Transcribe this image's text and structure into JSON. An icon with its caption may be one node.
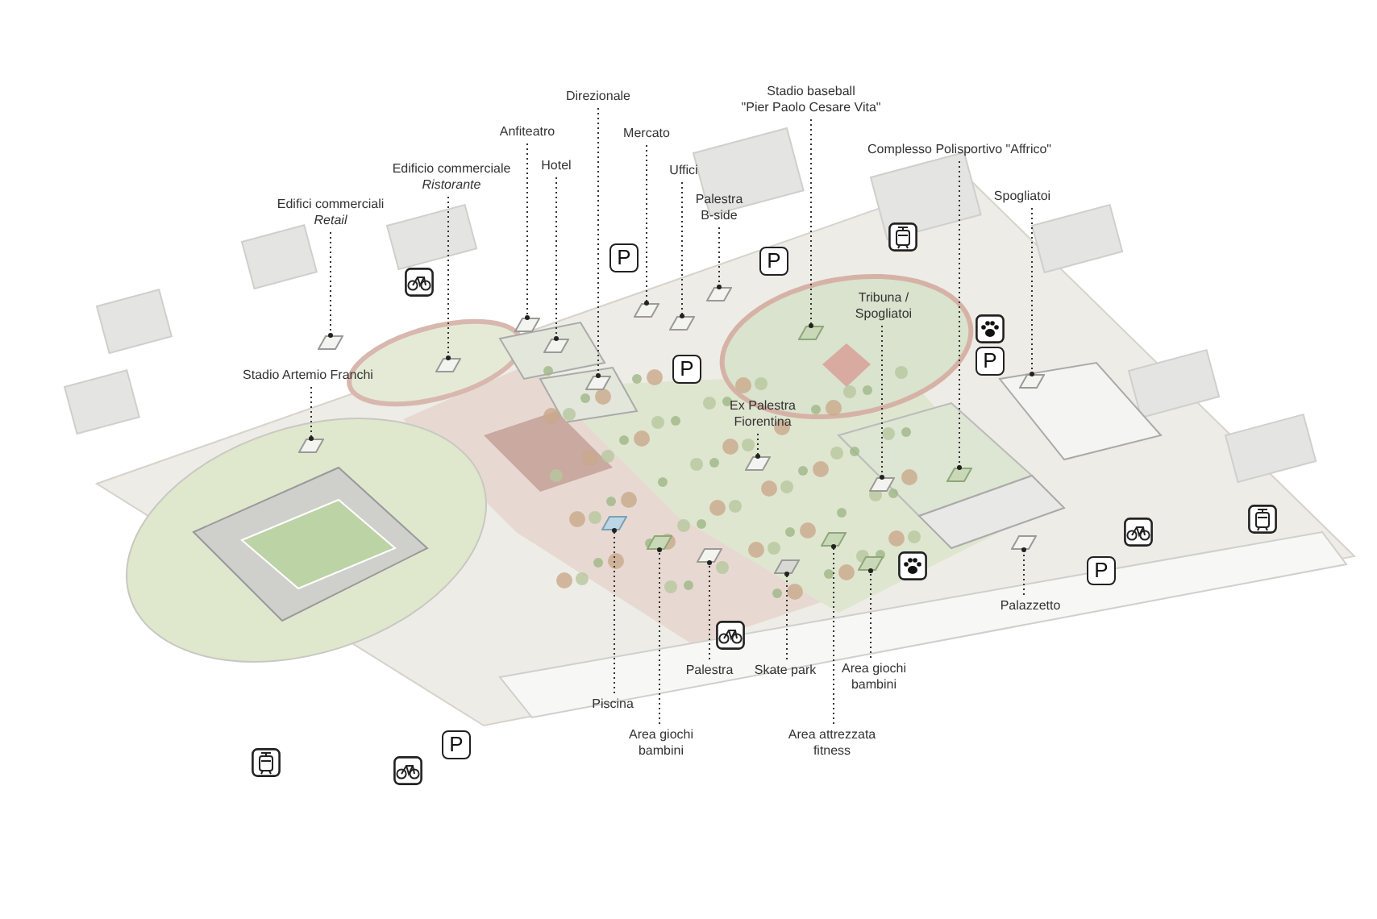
{
  "diagram": {
    "nodes": [
      {
        "text": [
          "Stadio baseball",
          "\"Pier Paolo Cesare Vita\""
        ]
      },
      {
        "text": [
          "Direzionale"
        ]
      },
      {
        "text": [
          "Anfiteatro"
        ]
      },
      {
        "text": [
          "Mercato"
        ]
      },
      {
        "text": [
          "Complesso Polisportivo \"Affrico\""
        ]
      },
      {
        "text": [
          "Hotel"
        ]
      },
      {
        "text": [
          "Edificio commerciale",
          "Ristorante"
        ]
      },
      {
        "text": [
          "Uffici"
        ]
      },
      {
        "text": [
          "Spogliatoi"
        ]
      },
      {
        "text": [
          "Palestra B-side"
        ]
      },
      {
        "text": [
          "Edifici commerciali",
          "Retail"
        ]
      },
      {
        "text": [
          "Tribuna / Spogliatoi"
        ]
      },
      {
        "text": [
          "Stadio Artemio Franchi"
        ]
      },
      {
        "text": [
          "Ex Palestra Fiorentina"
        ]
      },
      {
        "text": [
          "Palazzetto"
        ]
      },
      {
        "text": [
          "Palestra"
        ]
      },
      {
        "text": [
          "Skate park"
        ]
      },
      {
        "text": [
          "Area giochi bambini"
        ]
      },
      {
        "text": [
          "Piscina"
        ]
      },
      {
        "text": [
          "Area giochi bambini"
        ]
      },
      {
        "text": [
          "Area attrezzata fitness"
        ]
      },
      {
        "text": [],
        "shape": "box"
      },
      {
        "text": [],
        "shape": "box"
      },
      {
        "text": [],
        "shape": "box"
      },
      {
        "text": [],
        "shape": "box"
      },
      {
        "text": [],
        "shape": "box"
      },
      {
        "text": [],
        "shape": "box"
      },
      {
        "text": [],
        "shape": "box"
      },
      {
        "text": [],
        "shape": "box"
      },
      {
        "text": [],
        "shape": "box"
      },
      {
        "text": [],
        "shape": "box"
      },
      {
        "text": [],
        "shape": "box"
      },
      {
        "text": [],
        "shape": "box"
      },
      {
        "text": [],
        "shape": "box"
      },
      {
        "text": [],
        "shape": "box"
      },
      {
        "text": [],
        "shape": "box"
      },
      {
        "text": [],
        "shape": "box"
      },
      {
        "text": [],
        "shape": "box"
      },
      {
        "text": [],
        "shape": "box"
      },
      {
        "text": [],
        "shape": "box"
      },
      {
        "text": [],
        "shape": "box"
      },
      {
        "text": [],
        "shape": "box"
      }
    ],
    "edges": [
      {
        "from": 0,
        "to": 21,
        "arrow": "other"
      },
      {
        "from": 1,
        "to": 22,
        "arrow": "other"
      },
      {
        "from": 2,
        "to": 23,
        "arrow": "other"
      },
      {
        "from": 3,
        "to": 24,
        "arrow": "other"
      },
      {
        "from": 4,
        "to": 25,
        "arrow": "other"
      },
      {
        "from": 5,
        "to": 26,
        "arrow": "other"
      },
      {
        "from": 6,
        "to": 27,
        "arrow": "other"
      },
      {
        "from": 7,
        "to": 28,
        "arrow": "other"
      },
      {
        "from": 8,
        "to": 29,
        "arrow": "other"
      },
      {
        "from": 9,
        "to": 30,
        "arrow": "other"
      },
      {
        "from": 10,
        "to": 31,
        "arrow": "other"
      },
      {
        "from": 11,
        "to": 32,
        "arrow": "other"
      },
      {
        "from": 12,
        "to": 33,
        "arrow": "other"
      },
      {
        "from": 13,
        "to": 34,
        "arrow": "other"
      },
      {
        "from": 14,
        "to": 35,
        "arrow": "other"
      },
      {
        "from": 15,
        "to": 36,
        "arrow": "other"
      },
      {
        "from": 16,
        "to": 37,
        "arrow": "other"
      },
      {
        "from": 17,
        "to": 38,
        "arrow": "other"
      },
      {
        "from": 18,
        "to": 39,
        "arrow": "other"
      },
      {
        "from": 19,
        "to": 40,
        "arrow": "other"
      },
      {
        "from": 20,
        "to": 41,
        "arrow": "other"
      }
    ],
    "labels": [
      "P",
      "P",
      "P",
      "P",
      "P",
      "P"
    ]
  }
}
